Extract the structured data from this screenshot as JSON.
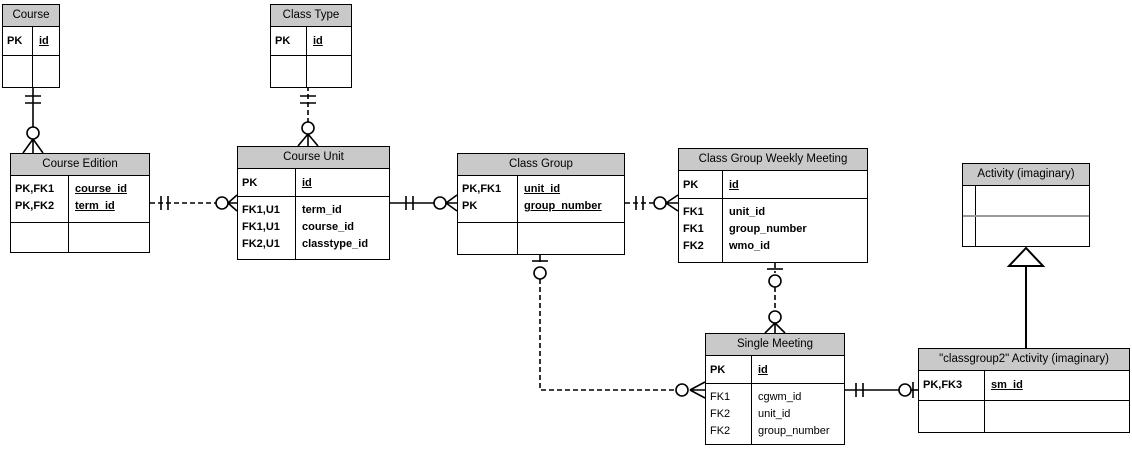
{
  "diagram_type": "entity-relationship-diagram",
  "colors": {
    "header_bg": "#c9c9c9",
    "border": "#000000",
    "line": "#000000",
    "section_divider_gray": "#9a9a9a",
    "background": "#ffffff"
  },
  "entities": [
    {
      "id": "course",
      "title": "Course",
      "pk_rows": [
        {
          "keys": "PK",
          "field": "id"
        }
      ],
      "attr_rows": []
    },
    {
      "id": "class_type",
      "title": "Class Type",
      "pk_rows": [
        {
          "keys": "PK",
          "field": "id"
        }
      ],
      "attr_rows": []
    },
    {
      "id": "course_edition",
      "title": "Course Edition",
      "pk_rows": [
        {
          "keys": "PK,FK1",
          "field": "course_id"
        },
        {
          "keys": "PK,FK2",
          "field": "term_id"
        }
      ],
      "attr_rows": []
    },
    {
      "id": "course_unit",
      "title": "Course Unit",
      "pk_rows": [
        {
          "keys": "PK",
          "field": "id"
        }
      ],
      "attr_rows": [
        {
          "keys": "FK1,U1",
          "field": "term_id"
        },
        {
          "keys": "FK1,U1",
          "field": "course_id"
        },
        {
          "keys": "FK2,U1",
          "field": "classtype_id"
        }
      ]
    },
    {
      "id": "class_group",
      "title": "Class Group",
      "pk_rows": [
        {
          "keys": "PK,FK1",
          "field": "unit_id"
        },
        {
          "keys": "PK",
          "field": "group_number"
        }
      ],
      "attr_rows": []
    },
    {
      "id": "class_group_weekly_meeting",
      "title": "Class Group Weekly Meeting",
      "pk_rows": [
        {
          "keys": "PK",
          "field": "id"
        }
      ],
      "attr_rows": [
        {
          "keys": "FK1",
          "field": "unit_id"
        },
        {
          "keys": "FK1",
          "field": "group_number"
        },
        {
          "keys": "FK2",
          "field": "wmo_id"
        }
      ]
    },
    {
      "id": "activity_imaginary",
      "title": "Activity (imaginary)",
      "pk_rows": [],
      "attr_rows": []
    },
    {
      "id": "single_meeting",
      "title": "Single Meeting",
      "pk_rows": [
        {
          "keys": "PK",
          "field": "id"
        }
      ],
      "attr_rows": [
        {
          "keys": "FK1",
          "field": "cgwm_id"
        },
        {
          "keys": "FK2",
          "field": "unit_id"
        },
        {
          "keys": "FK2",
          "field": "group_number"
        }
      ]
    },
    {
      "id": "classgroup2_activity",
      "title": "\"classgroup2\" Activity (imaginary)",
      "pk_rows": [
        {
          "keys": "PK,FK3",
          "field": "sm_id"
        }
      ],
      "attr_rows": []
    }
  ],
  "relationships": [
    {
      "from": "Course",
      "to": "Course Edition",
      "from_cardinality": "exactly one",
      "to_cardinality": "zero or many",
      "line": "solid"
    },
    {
      "from": "Class Type",
      "to": "Course Unit",
      "from_cardinality": "exactly one",
      "to_cardinality": "zero or many",
      "line": "dashed"
    },
    {
      "from": "Course Edition",
      "to": "Course Unit",
      "from_cardinality": "exactly one",
      "to_cardinality": "zero or many",
      "line": "dashed"
    },
    {
      "from": "Course Unit",
      "to": "Class Group",
      "from_cardinality": "exactly one",
      "to_cardinality": "zero or many",
      "line": "solid"
    },
    {
      "from": "Class Group",
      "to": "Class Group Weekly Meeting",
      "from_cardinality": "exactly one",
      "to_cardinality": "zero or many",
      "line": "dashed"
    },
    {
      "from": "Class Group Weekly Meeting",
      "to": "Single Meeting",
      "from_cardinality": "zero or one",
      "to_cardinality": "zero or many",
      "line": "dashed"
    },
    {
      "from": "Class Group",
      "to": "Single Meeting",
      "from_cardinality": "zero or one",
      "to_cardinality": "zero or many",
      "line": "dashed"
    },
    {
      "from": "Single Meeting",
      "to": "\"classgroup2\" Activity (imaginary)",
      "from_cardinality": "exactly one",
      "to_cardinality": "zero or one",
      "line": "solid"
    },
    {
      "from": "\"classgroup2\" Activity (imaginary)",
      "to": "Activity (imaginary)",
      "type": "inheritance",
      "line": "solid"
    }
  ]
}
